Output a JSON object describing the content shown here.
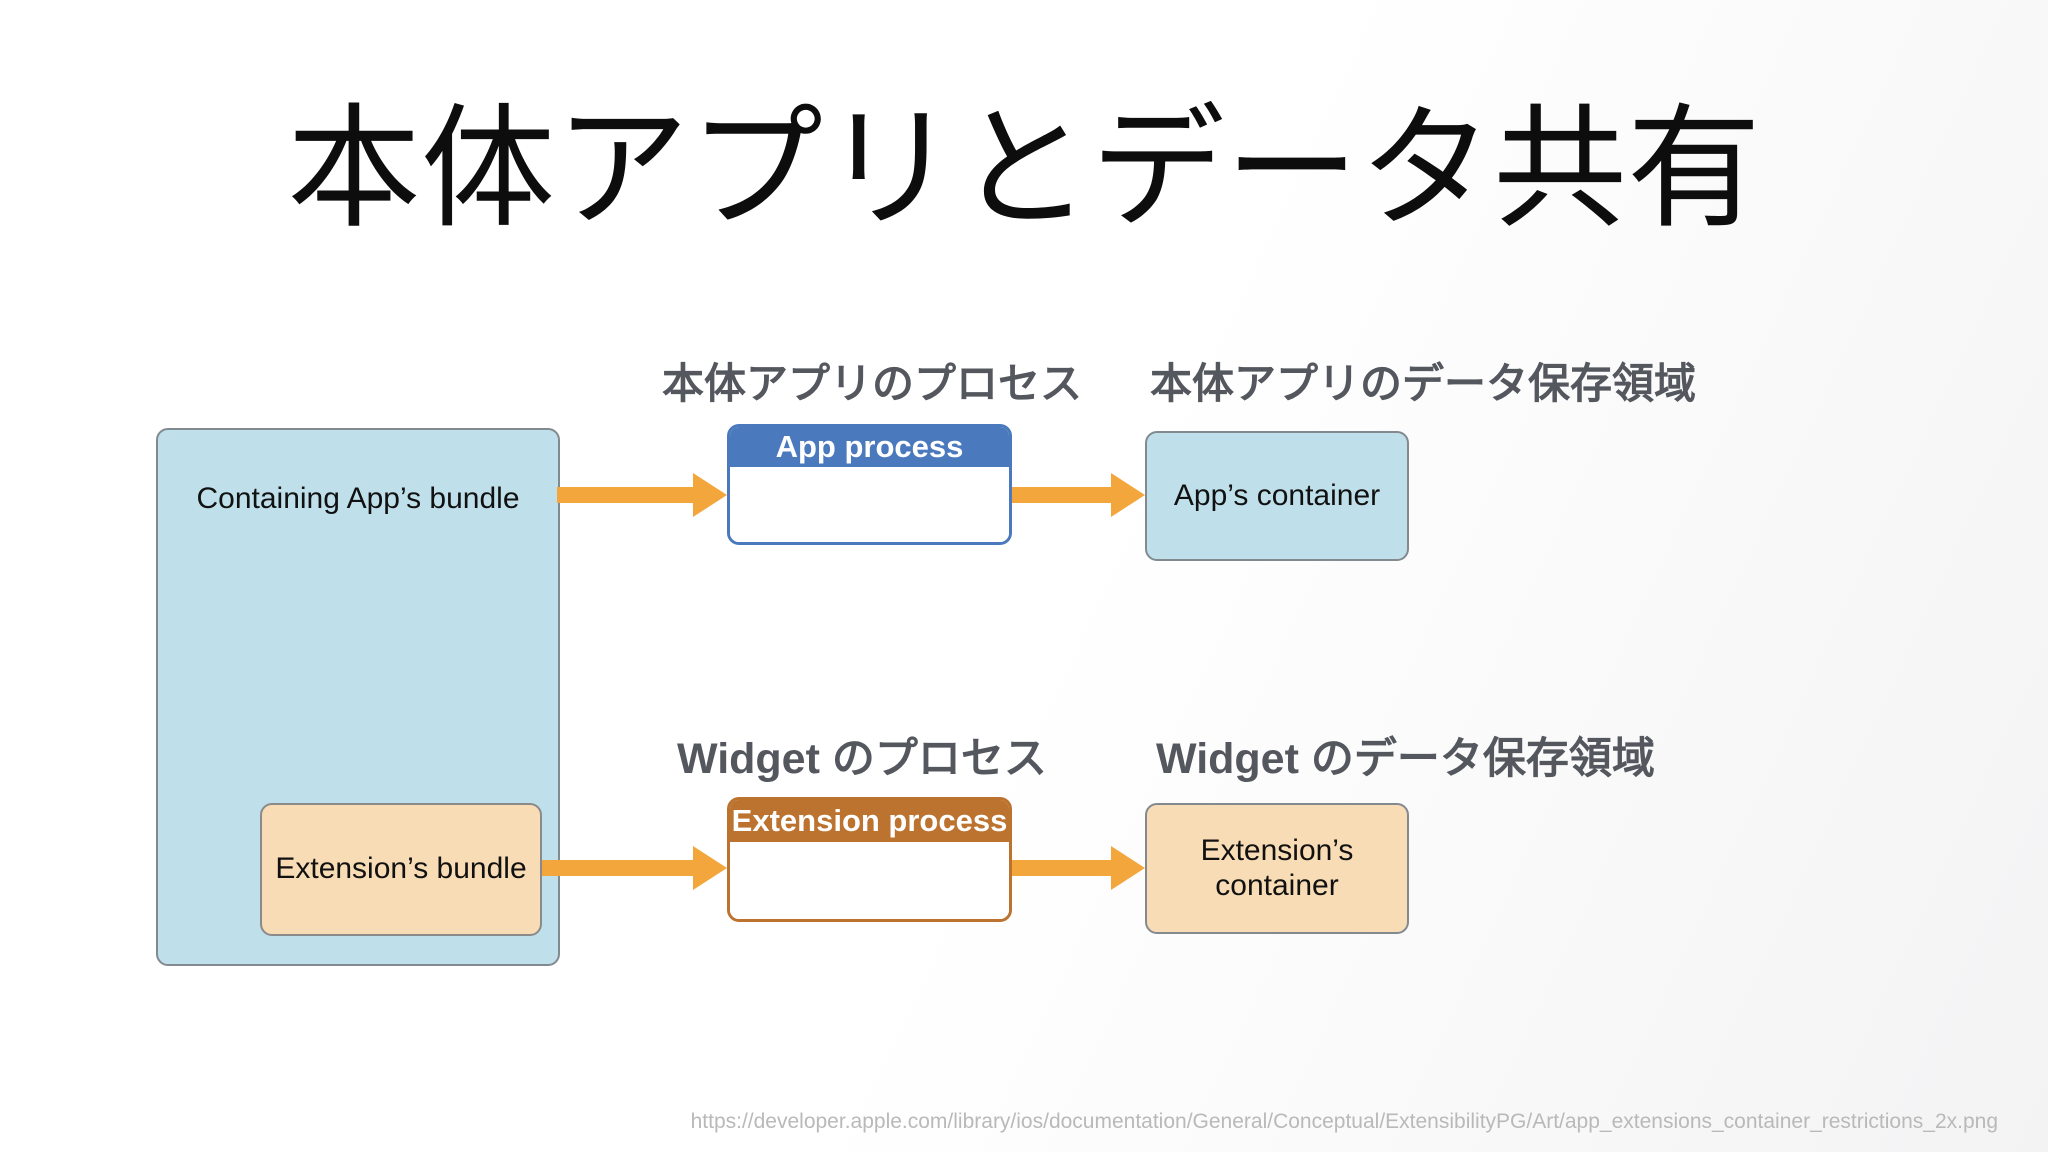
{
  "slide": {
    "title": "本体アプリとデータ共有",
    "source_url": "https://developer.apple.com/library/ios/documentation/General/Conceptual/ExtensibilityPG/Art/app_extensions_container_restrictions_2x.png"
  },
  "diagram": {
    "row_app": {
      "process_label": "本体アプリのプロセス",
      "storage_label": "本体アプリのデータ保存領域"
    },
    "row_widget": {
      "process_label": "Widget のプロセス",
      "storage_label": "Widget のデータ保存領域"
    },
    "boxes": {
      "containing_bundle": "Containing App’s bundle",
      "extension_bundle": "Extension’s bundle",
      "app_process": "App process",
      "extension_process": "Extension process",
      "app_container": "App’s container",
      "extension_container": "Extension’s\ncontainer"
    },
    "colors": {
      "light_blue": "#bfe0ea",
      "process_blue": "#4a7abd",
      "light_orange": "#f8dcb5",
      "process_brown": "#bd7330",
      "arrow_orange": "#f3a63c",
      "label_gray": "#54585e",
      "border_gray": "#828a90",
      "title_black": "#0d0d0d",
      "url_gray": "#b9b9b9"
    }
  }
}
